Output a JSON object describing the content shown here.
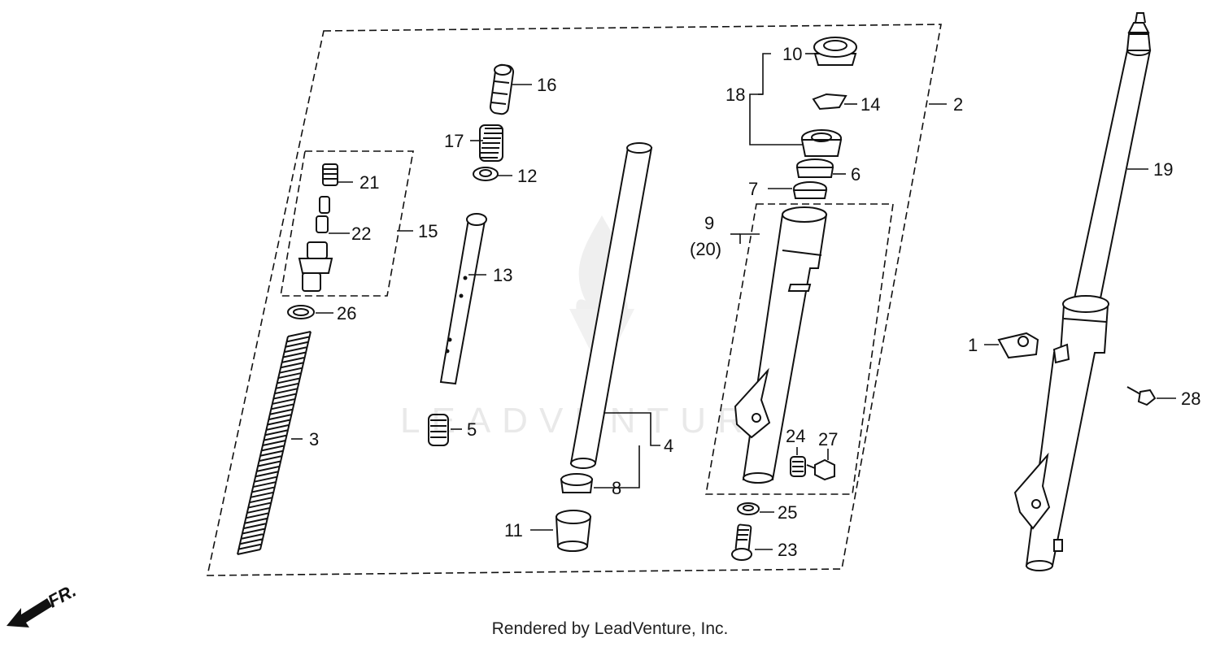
{
  "diagram": {
    "callouts": [
      {
        "id": "1",
        "text": "1"
      },
      {
        "id": "2",
        "text": "2"
      },
      {
        "id": "3",
        "text": "3"
      },
      {
        "id": "4",
        "text": "4"
      },
      {
        "id": "5",
        "text": "5"
      },
      {
        "id": "6",
        "text": "6"
      },
      {
        "id": "7",
        "text": "7"
      },
      {
        "id": "8",
        "text": "8"
      },
      {
        "id": "9",
        "text": "9"
      },
      {
        "id": "20",
        "text": "(20)"
      },
      {
        "id": "10",
        "text": "10"
      },
      {
        "id": "11",
        "text": "11"
      },
      {
        "id": "12",
        "text": "12"
      },
      {
        "id": "13",
        "text": "13"
      },
      {
        "id": "14",
        "text": "14"
      },
      {
        "id": "15",
        "text": "15"
      },
      {
        "id": "16",
        "text": "16"
      },
      {
        "id": "17",
        "text": "17"
      },
      {
        "id": "18",
        "text": "18"
      },
      {
        "id": "19",
        "text": "19"
      },
      {
        "id": "21",
        "text": "21"
      },
      {
        "id": "22",
        "text": "22"
      },
      {
        "id": "23",
        "text": "23"
      },
      {
        "id": "24",
        "text": "24"
      },
      {
        "id": "25",
        "text": "25"
      },
      {
        "id": "26",
        "text": "26"
      },
      {
        "id": "27",
        "text": "27"
      },
      {
        "id": "28",
        "text": "28"
      }
    ],
    "direction_label": "FR.",
    "watermark_text": "LEADVENTURE"
  },
  "footer": {
    "text": "Rendered by LeadVenture, Inc."
  }
}
